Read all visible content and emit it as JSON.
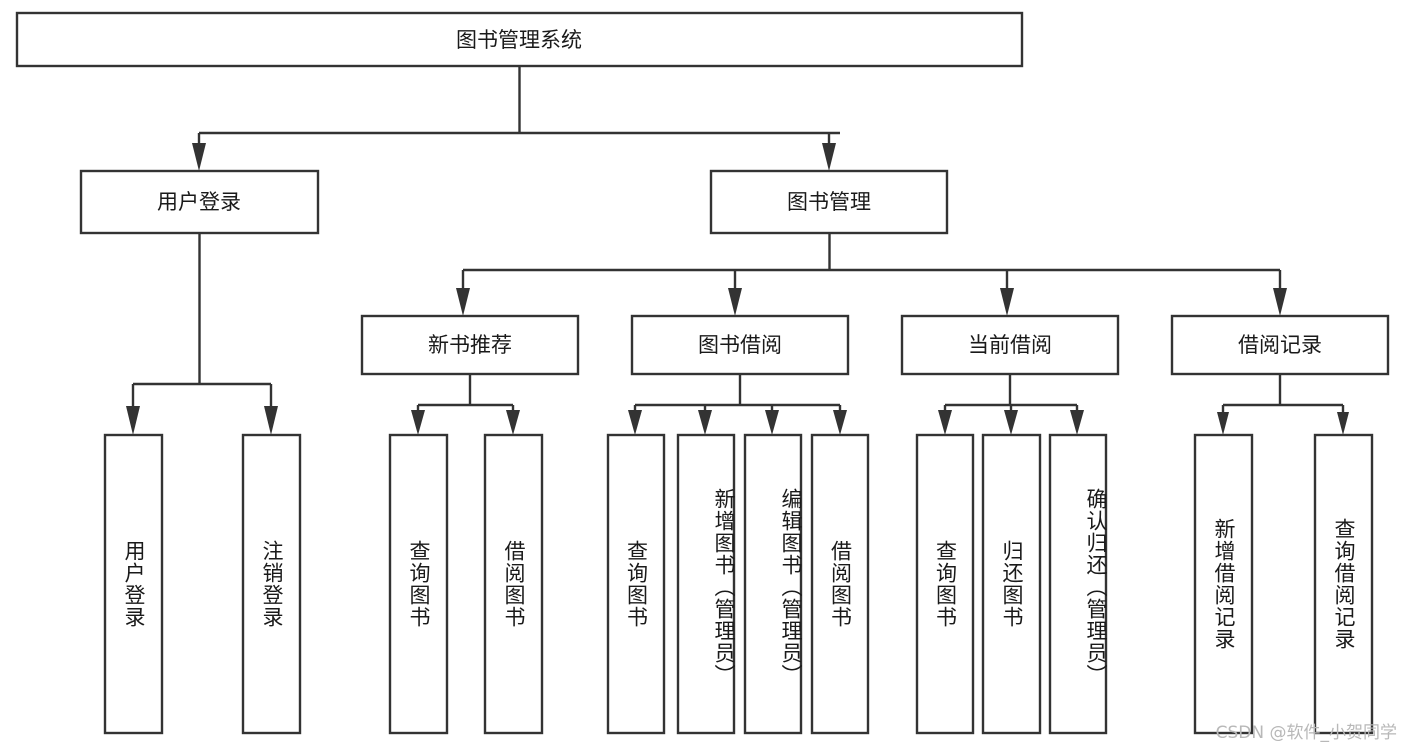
{
  "diagram": {
    "type": "tree-hierarchy",
    "title": "图书管理系统",
    "watermark": "CSDN @软件_小贺同学",
    "colors": {
      "stroke": "#333333",
      "box_fill": "#ffffff",
      "text": "#1a1a1a",
      "watermark": "#b8b8b8",
      "background": "#ffffff"
    },
    "root": {
      "label": "图书管理系统"
    },
    "level2": [
      {
        "label": "用户登录"
      },
      {
        "label": "图书管理"
      }
    ],
    "level3": [
      {
        "label": "新书推荐"
      },
      {
        "label": "图书借阅"
      },
      {
        "label": "当前借阅"
      },
      {
        "label": "借阅记录"
      }
    ],
    "leaves": {
      "user_login": [
        {
          "label": "用户登录"
        },
        {
          "label": "注销登录"
        }
      ],
      "new_book_recommend": [
        {
          "label": "查询图书"
        },
        {
          "label": "借阅图书"
        }
      ],
      "book_borrow": [
        {
          "label": "查询图书"
        },
        {
          "label": "新增图书（管理员）"
        },
        {
          "label": "编辑图书（管理员）"
        },
        {
          "label": "借阅图书"
        }
      ],
      "current_borrow": [
        {
          "label": "查询图书"
        },
        {
          "label": "归还图书"
        },
        {
          "label": "确认归还（管理员）"
        }
      ],
      "borrow_record": [
        {
          "label": "新增借阅记录"
        },
        {
          "label": "查询借阅记录"
        }
      ]
    }
  }
}
